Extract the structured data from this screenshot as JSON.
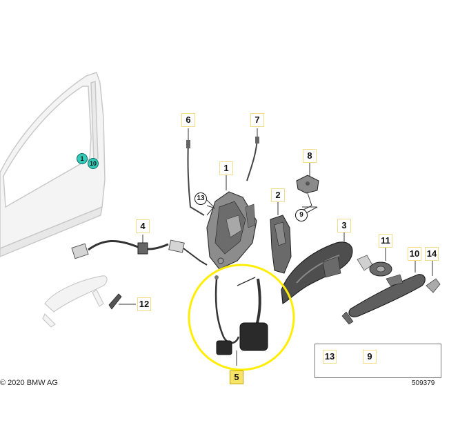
{
  "callouts": {
    "p1": "1",
    "p2": "2",
    "p3": "3",
    "p4": "4",
    "p5": "5",
    "p6": "6",
    "p7": "7",
    "p8": "8",
    "p9": "9",
    "p10": "10",
    "p11": "11",
    "p12": "12",
    "p13": "13",
    "p14": "14",
    "door_1": "1",
    "door_10": "10",
    "legend_13": "13",
    "legend_9": "9"
  },
  "copyright": "© 2020 BMW AG",
  "reference_number": "509379",
  "colors": {
    "highlight_ring": "#ffee00",
    "callout_border": "#f2dc8a",
    "callout_highlight": "#f8e36a",
    "door_marker": "#35c9b7",
    "part": "#555555"
  }
}
